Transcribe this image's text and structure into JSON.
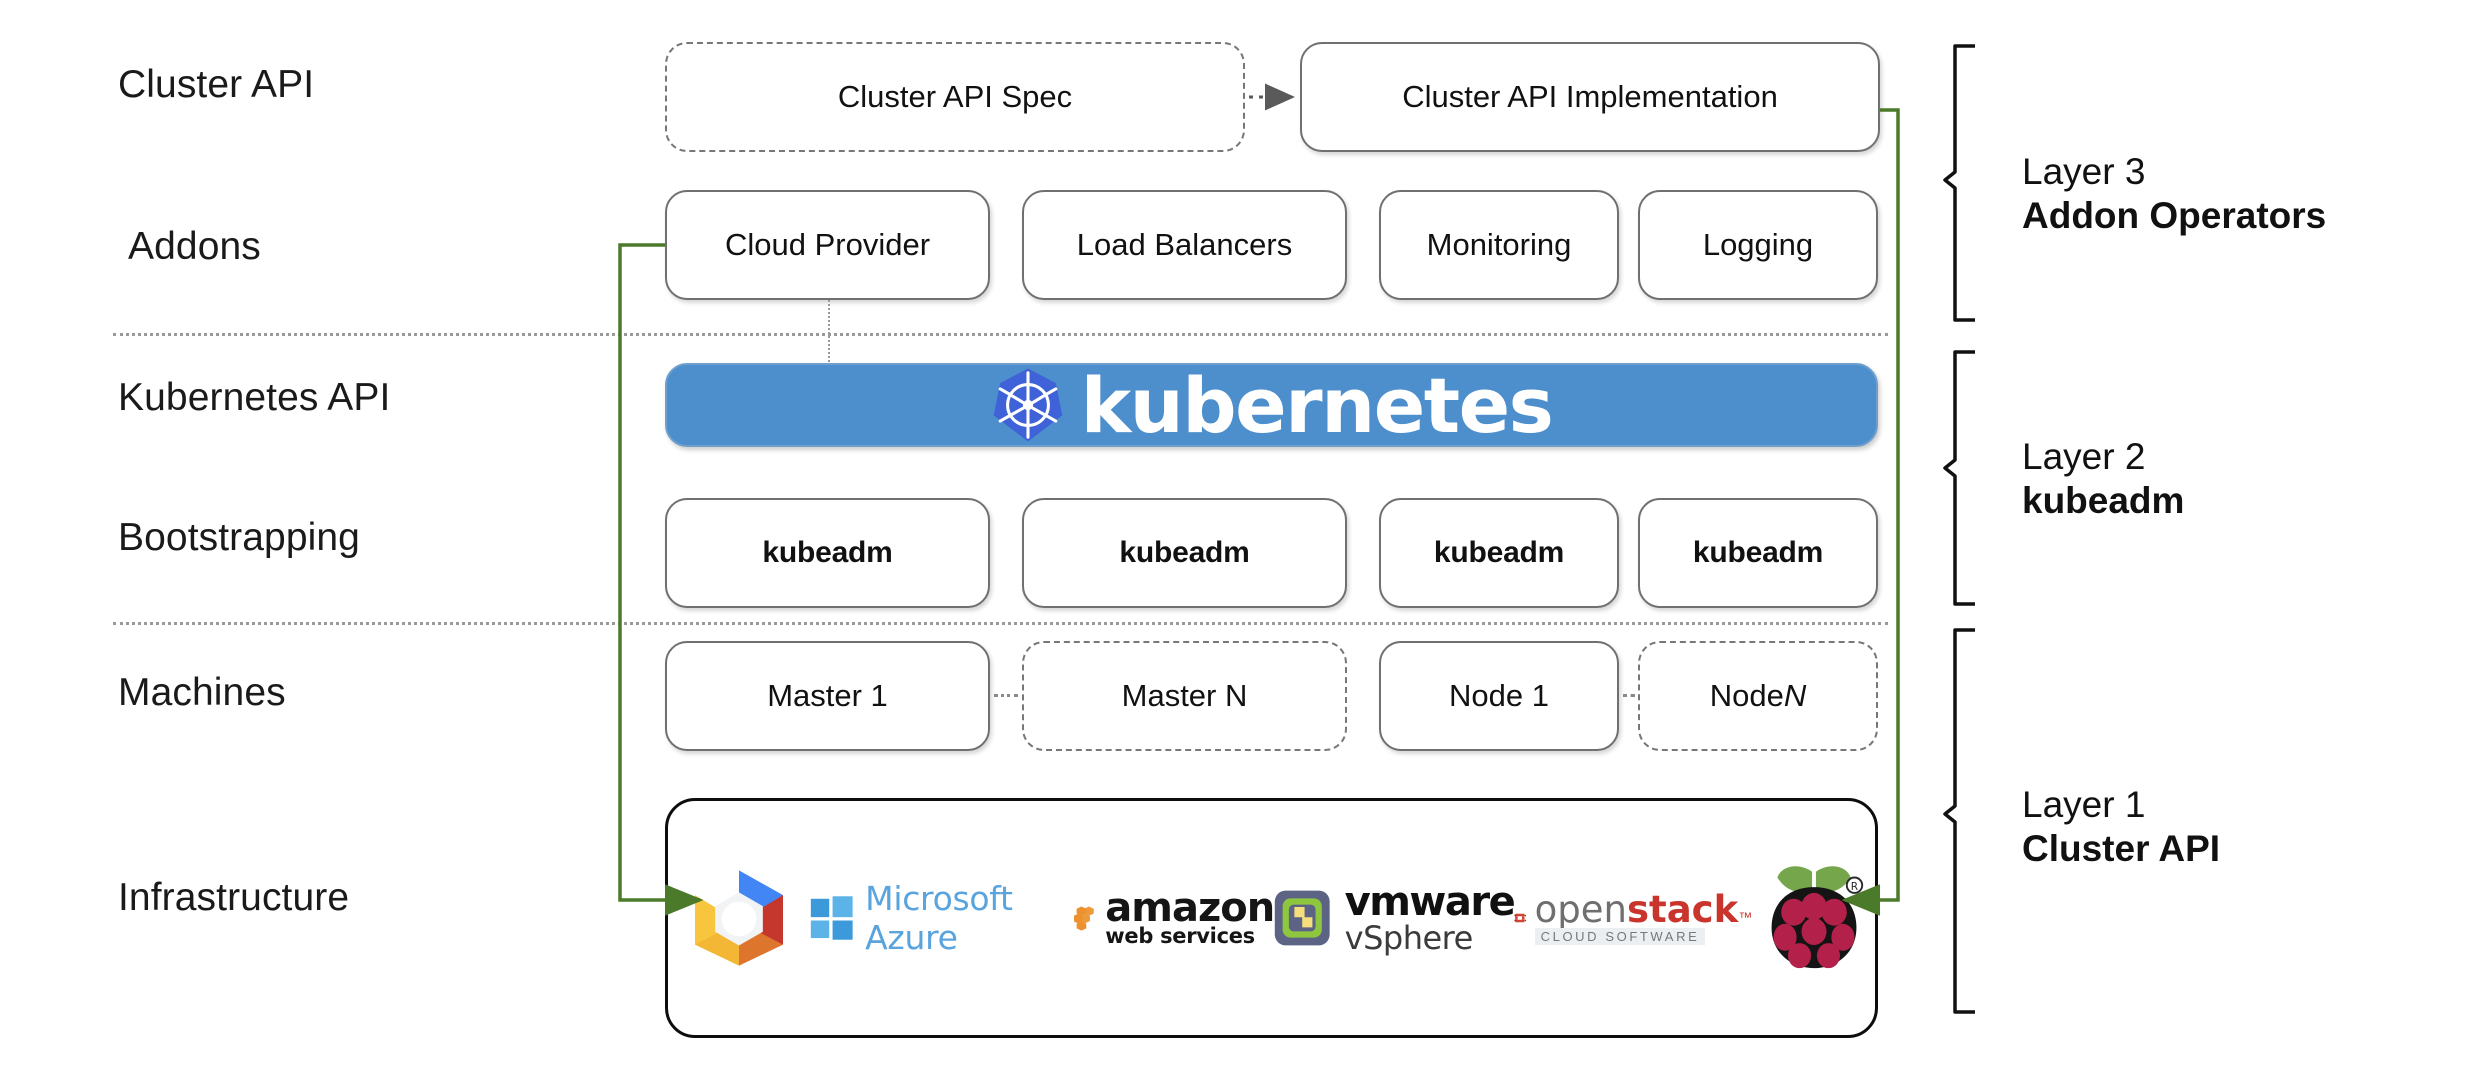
{
  "diagram": {
    "title": "Kubernetes Cluster API layered architecture",
    "accent_green": "#4a7a2a",
    "k8s_blue": "#4d8fcc",
    "k8s_logo_blue": "#3f62d9"
  },
  "row_labels": [
    {
      "id": "cluster-api",
      "text": "Cluster API"
    },
    {
      "id": "addons",
      "text": "Addons"
    },
    {
      "id": "kubernetes-api",
      "text": "Kubernetes API"
    },
    {
      "id": "bootstrapping",
      "text": "Bootstrapping"
    },
    {
      "id": "machines",
      "text": "Machines"
    },
    {
      "id": "infrastructure",
      "text": "Infrastructure"
    }
  ],
  "cluster_api_row": {
    "spec": "Cluster API Spec",
    "implementation": "Cluster API Implementation"
  },
  "addons_row": [
    "Cloud Provider",
    "Load Balancers",
    "Monitoring",
    "Logging"
  ],
  "kubernetes_bar": {
    "wordmark": "kubernetes",
    "logo_name": "kubernetes-helm-logo"
  },
  "bootstrapping_row": [
    "kubeadm",
    "kubeadm",
    "kubeadm",
    "kubeadm"
  ],
  "machines_row": [
    {
      "label": "Master 1",
      "style": "solid",
      "italic_suffix": ""
    },
    {
      "label": "Master N",
      "style": "dashed",
      "italic_suffix": ""
    },
    {
      "label": "Node 1",
      "style": "solid",
      "italic_suffix": ""
    },
    {
      "label": "Node ",
      "style": "dashed",
      "italic_suffix": "N"
    }
  ],
  "infrastructure_logos": [
    {
      "id": "google-cloud-platform",
      "name": "Google Cloud Platform",
      "text": ""
    },
    {
      "id": "microsoft-azure",
      "name": "Microsoft Azure",
      "text": "Microsoft Azure"
    },
    {
      "id": "amazon-web-services",
      "name": "Amazon Web Services",
      "text": "amazon",
      "text2": "web services"
    },
    {
      "id": "vmware-vsphere",
      "name": "VMware vSphere",
      "text": "vmware",
      "text2": "vSphere"
    },
    {
      "id": "openstack",
      "name": "OpenStack Cloud Software",
      "text": "open",
      "text2": "stack",
      "text3": "CLOUD SOFTWARE"
    },
    {
      "id": "raspberry-pi",
      "name": "Raspberry Pi",
      "text": ""
    }
  ],
  "layers": [
    {
      "id": "layer-3",
      "number": "Layer 3",
      "name": "Addon Operators"
    },
    {
      "id": "layer-2",
      "number": "Layer 2",
      "name": "kubeadm"
    },
    {
      "id": "layer-1",
      "number": "Layer 1",
      "name": "Cluster API"
    }
  ]
}
